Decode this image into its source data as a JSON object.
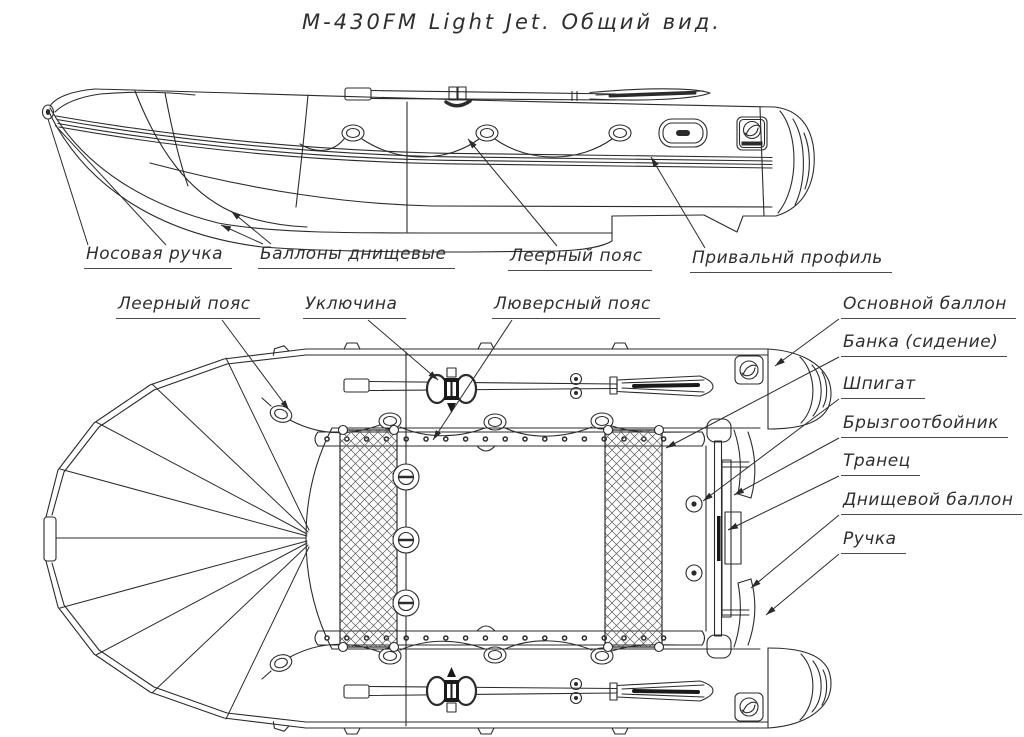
{
  "title": "М-430FM Light Jet. Общий вид.",
  "callouts": {
    "side_view": [
      "Носовая ручка",
      "Баллоны днищевые",
      "Леерный пояс",
      "Привальнй профиль"
    ],
    "top_view": [
      "Леерный пояс",
      "Уключина",
      "Люверсный пояс"
    ],
    "right_column": [
      "Основной баллон",
      "Банка (сидение)",
      "Шпигат",
      "Брызгоотбойник",
      "Транец",
      "Днищевой баллон",
      "Ручка"
    ]
  },
  "colors": {
    "line": "#2b2b2b",
    "background": "#ffffff"
  }
}
